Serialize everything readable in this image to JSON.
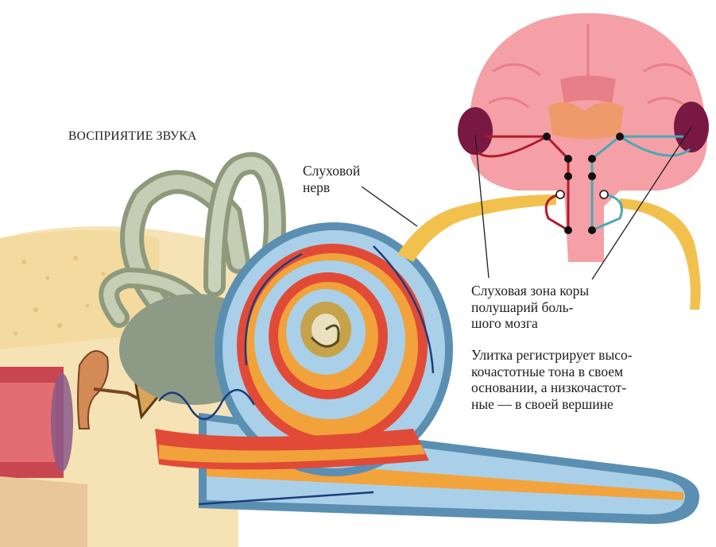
{
  "title": "ВОСПРИЯТИЕ ЗВУКА",
  "labels": {
    "auditory_nerve": "Слуховой\nнерв",
    "auditory_cortex": "Слуховая зона коры\nполушарий боль-\nшого мозга",
    "cochlea_note": "Улитка регистрирует высо-\nкочастотные тона в своем\nосновании, а низкочастот-\nные — в своей вершине"
  },
  "colors": {
    "brain": "#f4a0a6",
    "brain_dark": "#e77f88",
    "auditory_cortex": "#7a1844",
    "nerve": "#f2c04c",
    "cochlea_blue": "#7fb2d2",
    "cochlea_red": "#e24a38",
    "cochlea_orange": "#f1a23a",
    "bone": "#f6e3b5",
    "pathway_red": "#b01b2a",
    "pathway_blue": "#4aa7b8"
  }
}
